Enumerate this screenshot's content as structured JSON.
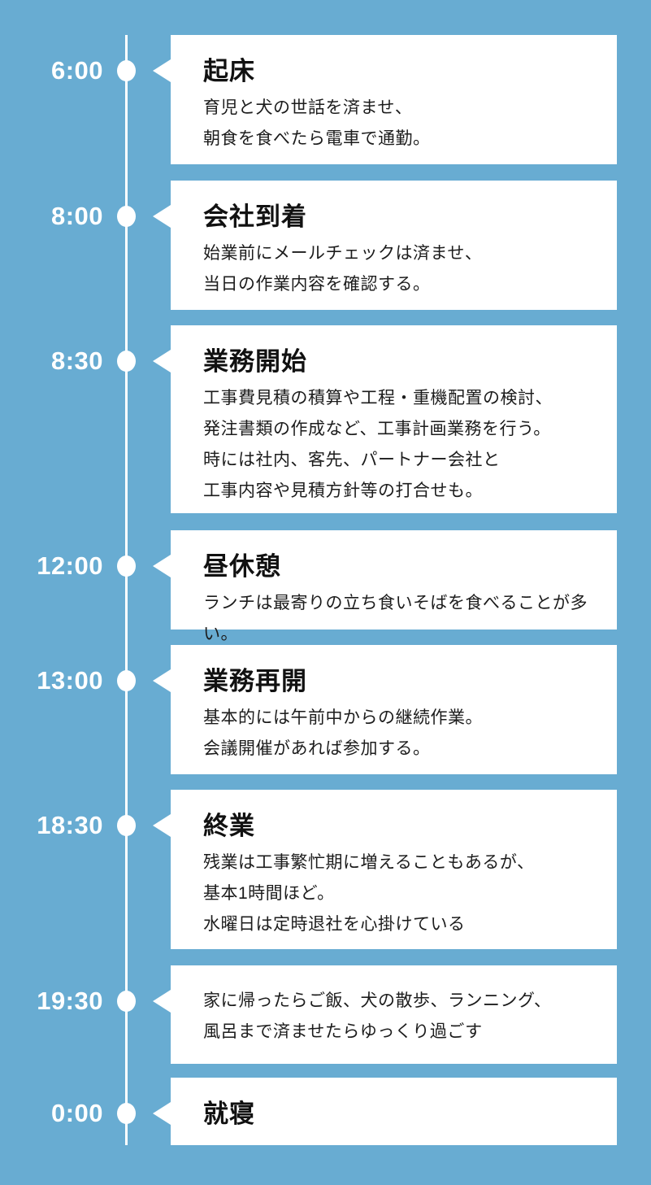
{
  "timeline": {
    "colors": {
      "background": "#68acd2",
      "card": "#ffffff",
      "line_and_dots": "#ffffff",
      "time_text": "#ffffff",
      "title_text": "#111111",
      "body_text": "#1c1c1c"
    },
    "entries": [
      {
        "time": "6:00",
        "title": "起床",
        "description": "育児と犬の世話を済ませ、\n朝食を食べたら電車で通勤。"
      },
      {
        "time": "8:00",
        "title": "会社到着",
        "description": "始業前にメールチェックは済ませ、\n当日の作業内容を確認する。"
      },
      {
        "time": "8:30",
        "title": "業務開始",
        "description": "工事費見積の積算や工程・重機配置の検討、\n発注書類の作成など、工事計画業務を行う。\n時には社内、客先、パートナー会社と\n工事内容や見積方針等の打合せも。"
      },
      {
        "time": "12:00",
        "title": "昼休憩",
        "description": "ランチは最寄りの立ち食いそばを食べることが多い。"
      },
      {
        "time": "13:00",
        "title": "業務再開",
        "description": "基本的には午前中からの継続作業。\n会議開催があれば参加する。"
      },
      {
        "time": "18:30",
        "title": "終業",
        "description": "残業は工事繁忙期に増えることもあるが、\n基本1時間ほど。\n水曜日は定時退社を心掛けている"
      },
      {
        "time": "19:30",
        "title": "",
        "description": "家に帰ったらご飯、犬の散歩、ランニング、\n風呂まで済ませたらゆっくり過ごす"
      },
      {
        "time": "0:00",
        "title": "就寝",
        "description": ""
      }
    ]
  }
}
